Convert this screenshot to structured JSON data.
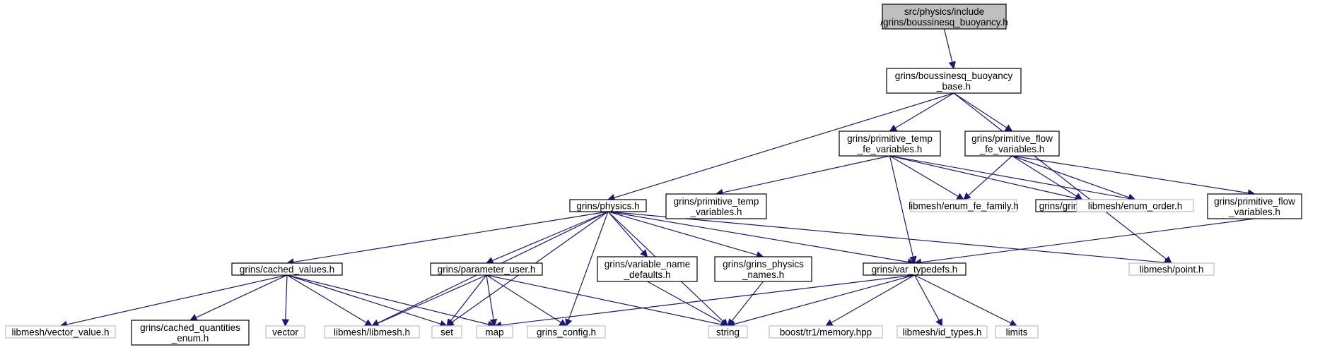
{
  "colors": {
    "edge": "#191970",
    "root_fill": "#bfbfbf",
    "external_border": "#bfbfbf",
    "node_border": "#000000"
  },
  "nodes": [
    {
      "id": "root",
      "style": "root",
      "lines": [
        "src/physics/include",
        "/grins/boussinesq_buoyancy.h"
      ]
    },
    {
      "id": "base",
      "style": "normal",
      "lines": [
        "grins/boussinesq_buoyancy",
        "_base.h"
      ]
    },
    {
      "id": "ptfe",
      "style": "normal",
      "lines": [
        "grins/primitive_temp",
        "_fe_variables.h"
      ]
    },
    {
      "id": "pffe",
      "style": "normal",
      "lines": [
        "grins/primitive_flow",
        "_fe_variables.h"
      ]
    },
    {
      "id": "physics",
      "style": "normal",
      "lines": [
        "grins/physics.h"
      ]
    },
    {
      "id": "ptv",
      "style": "normal",
      "lines": [
        "grins/primitive_temp",
        "_variables.h"
      ]
    },
    {
      "id": "fefam",
      "style": "ext",
      "lines": [
        "libmesh/enum_fe_family.h"
      ]
    },
    {
      "id": "genums",
      "style": "normal",
      "lines": [
        "grins/grins_enums.h"
      ]
    },
    {
      "id": "eorder",
      "style": "ext",
      "lines": [
        "libmesh/enum_order.h"
      ]
    },
    {
      "id": "pfv",
      "style": "normal",
      "lines": [
        "grins/primitive_flow",
        "_variables.h"
      ]
    },
    {
      "id": "cached",
      "style": "normal",
      "lines": [
        "grins/cached_values.h"
      ]
    },
    {
      "id": "puser",
      "style": "normal",
      "lines": [
        "grins/parameter_user.h"
      ]
    },
    {
      "id": "vnd",
      "style": "normal",
      "lines": [
        "grins/variable_name",
        "_defaults.h"
      ]
    },
    {
      "id": "gpn",
      "style": "normal",
      "lines": [
        "grins/grins_physics",
        "_names.h"
      ]
    },
    {
      "id": "vtd",
      "style": "normal",
      "lines": [
        "grins/var_typedefs.h"
      ]
    },
    {
      "id": "point",
      "style": "ext",
      "lines": [
        "libmesh/point.h"
      ]
    },
    {
      "id": "vecval",
      "style": "ext",
      "lines": [
        "libmesh/vector_value.h"
      ]
    },
    {
      "id": "cqe",
      "style": "normal",
      "lines": [
        "grins/cached_quantities",
        "_enum.h"
      ]
    },
    {
      "id": "vector",
      "style": "ext",
      "lines": [
        "vector"
      ]
    },
    {
      "id": "libmesh",
      "style": "ext",
      "lines": [
        "libmesh/libmesh.h"
      ]
    },
    {
      "id": "set",
      "style": "ext",
      "lines": [
        "set"
      ]
    },
    {
      "id": "map",
      "style": "ext",
      "lines": [
        "map"
      ]
    },
    {
      "id": "gconfig",
      "style": "ext",
      "lines": [
        "grins_config.h"
      ]
    },
    {
      "id": "string",
      "style": "ext",
      "lines": [
        "string"
      ]
    },
    {
      "id": "memory",
      "style": "ext",
      "lines": [
        "boost/tr1/memory.hpp"
      ]
    },
    {
      "id": "idtypes",
      "style": "ext",
      "lines": [
        "libmesh/id_types.h"
      ]
    },
    {
      "id": "limits",
      "style": "ext",
      "lines": [
        "limits"
      ]
    }
  ],
  "edges": [
    [
      "root",
      "base"
    ],
    [
      "base",
      "physics"
    ],
    [
      "base",
      "ptfe"
    ],
    [
      "base",
      "pffe"
    ],
    [
      "base",
      "point"
    ],
    [
      "ptfe",
      "ptv"
    ],
    [
      "ptfe",
      "vtd"
    ],
    [
      "ptfe",
      "fefam"
    ],
    [
      "ptfe",
      "genums"
    ],
    [
      "ptfe",
      "eorder"
    ],
    [
      "pffe",
      "fefam"
    ],
    [
      "pffe",
      "genums"
    ],
    [
      "pffe",
      "eorder"
    ],
    [
      "pffe",
      "pfv"
    ],
    [
      "pfv",
      "vtd"
    ],
    [
      "physics",
      "cached"
    ],
    [
      "physics",
      "libmesh"
    ],
    [
      "physics",
      "set"
    ],
    [
      "physics",
      "puser"
    ],
    [
      "physics",
      "gconfig"
    ],
    [
      "physics",
      "vnd"
    ],
    [
      "physics",
      "gpn"
    ],
    [
      "physics",
      "vtd"
    ],
    [
      "physics",
      "point"
    ],
    [
      "physics",
      "string"
    ],
    [
      "cached",
      "vecval"
    ],
    [
      "cached",
      "cqe"
    ],
    [
      "cached",
      "vector"
    ],
    [
      "cached",
      "libmesh"
    ],
    [
      "cached",
      "set"
    ],
    [
      "cached",
      "map"
    ],
    [
      "puser",
      "libmesh"
    ],
    [
      "puser",
      "set"
    ],
    [
      "puser",
      "map"
    ],
    [
      "puser",
      "gconfig"
    ],
    [
      "puser",
      "string"
    ],
    [
      "vnd",
      "string"
    ],
    [
      "gpn",
      "string"
    ],
    [
      "vtd",
      "map"
    ],
    [
      "vtd",
      "string"
    ],
    [
      "vtd",
      "memory"
    ],
    [
      "vtd",
      "idtypes"
    ],
    [
      "vtd",
      "limits"
    ]
  ]
}
